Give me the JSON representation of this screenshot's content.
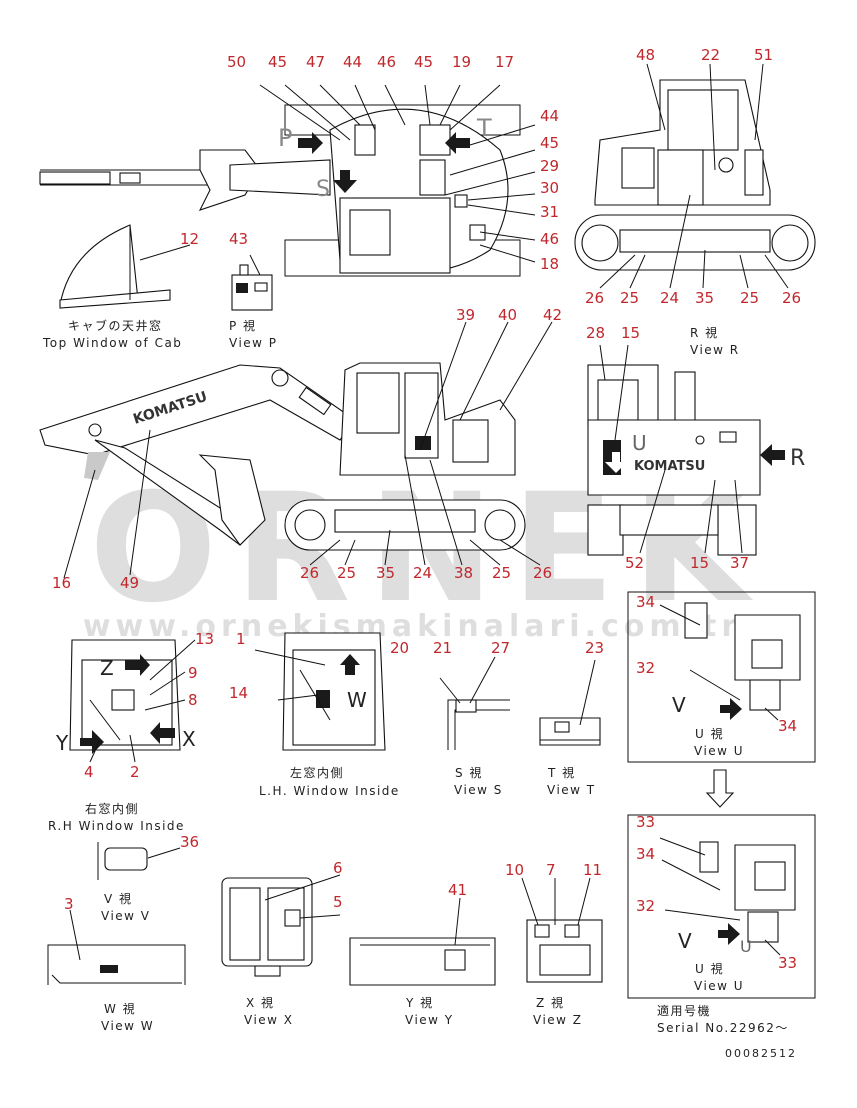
{
  "watermark": {
    "brand": "ORNEK",
    "url": "www.ornekismakinalari.com.tr"
  },
  "views": {
    "top_window_cab": {
      "jp": "キャブの天井窓",
      "en": "Top Window of Cab"
    },
    "view_p": {
      "jp": "P 視",
      "en": "View P"
    },
    "view_r": {
      "jp": "R 視",
      "en": "View R"
    },
    "rh_window_inside": {
      "jp": "右窓内側",
      "en": "R.H Window Inside"
    },
    "lh_window_inside": {
      "jp": "左窓内側",
      "en": "L.H. Window Inside"
    },
    "view_s": {
      "jp": "S 視",
      "en": "View S"
    },
    "view_t": {
      "jp": "T 視",
      "en": "View T"
    },
    "view_u_1": {
      "jp": "U 視",
      "en": "View U"
    },
    "view_u_2": {
      "jp": "U 視",
      "en": "View U"
    },
    "view_v": {
      "jp": "V 視",
      "en": "View V"
    },
    "view_w": {
      "jp": "W 視",
      "en": "View W"
    },
    "view_x": {
      "jp": "X 視",
      "en": "View X"
    },
    "view_y": {
      "jp": "Y 視",
      "en": "View Y"
    },
    "view_z": {
      "jp": "Z 視",
      "en": "View Z"
    }
  },
  "serial": {
    "jp": "適用号機",
    "en": "Serial No.22962〜"
  },
  "drawing_number": "00082512",
  "view_letters": [
    "P",
    "S",
    "T",
    "R",
    "U",
    "Z",
    "Y",
    "X",
    "W",
    "V",
    "U",
    "V"
  ],
  "brand_decal": "KOMATSU",
  "callouts": {
    "top": [
      "50",
      "45",
      "47",
      "44",
      "46",
      "45",
      "19",
      "17",
      "44",
      "45",
      "29",
      "30",
      "31",
      "46",
      "18"
    ],
    "cab_top": [
      "12"
    ],
    "view_p": [
      "43"
    ],
    "right_side": [
      "48",
      "22",
      "51",
      "26",
      "25",
      "24",
      "35",
      "25",
      "26"
    ],
    "main_side": [
      "39",
      "40",
      "42",
      "16",
      "49",
      "26",
      "25",
      "35",
      "24",
      "38",
      "25",
      "26"
    ],
    "rear": [
      "28",
      "15",
      "52",
      "15",
      "37"
    ],
    "rh_window": [
      "13",
      "9",
      "8",
      "4",
      "2"
    ],
    "lh_window": [
      "1",
      "14",
      "20"
    ],
    "view_s": [
      "21",
      "27"
    ],
    "view_t": [
      "23"
    ],
    "view_u_1": [
      "34",
      "32",
      "34"
    ],
    "view_u_2": [
      "33",
      "34",
      "32",
      "33"
    ],
    "view_v": [
      "36",
      "3"
    ],
    "view_x": [
      "6",
      "5"
    ],
    "view_y": [
      "41"
    ],
    "view_z": [
      "10",
      "7",
      "11"
    ]
  }
}
